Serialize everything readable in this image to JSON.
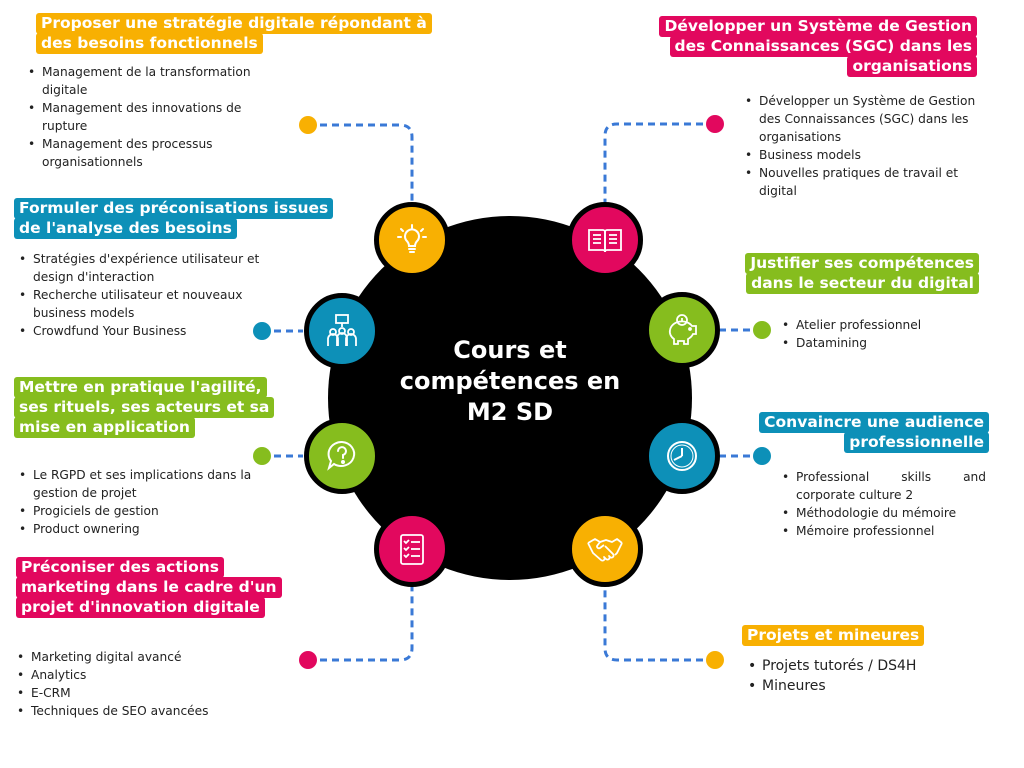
{
  "center": {
    "title": "Cours et compétences en M2 SD"
  },
  "colors": {
    "yellow": "#f8b002",
    "pink": "#e2085e",
    "teal": "#0d90b8",
    "green": "#86bd1e",
    "dashed_line": "#3a79d6"
  },
  "topics": [
    {
      "title": "Proposer une stratégie digitale répondant à des besoins fonctionnels",
      "color": "yellow",
      "icon": "lightbulb-icon",
      "items": [
        "Management de la transformation digitale",
        "Management des innovations de rupture",
        "Management des processus organisationnels"
      ]
    },
    {
      "title": "Formuler des préconisations issues de l'analyse des besoins",
      "color": "teal",
      "icon": "team-presentation-icon",
      "items": [
        "Stratégies d'expérience utilisateur et design d'interaction",
        "Recherche utilisateur et nouveaux business models",
        "Crowdfund Your Business"
      ]
    },
    {
      "title": "Mettre en pratique l'agilité, ses rituels, ses acteurs et sa mise en application",
      "color": "green",
      "icon": "question-bubble-icon",
      "items": [
        "Le RGPD et ses implications dans la gestion de projet",
        "Progiciels de gestion",
        "Product ownering"
      ]
    },
    {
      "title": "Préconiser des actions marketing dans le cadre d'un projet d'innovation digitale",
      "color": "pink",
      "icon": "checklist-icon",
      "items": [
        "Marketing digital avancé",
        "Analytics",
        "E-CRM",
        "Techniques de SEO avancées"
      ]
    },
    {
      "title": "Développer un Système de Gestion des Connaissances (SGC) dans les organisations",
      "color": "pink",
      "icon": "open-book-icon",
      "items": [
        "Développer un Système de Gestion des Connaissances (SGC) dans les organisations",
        "Business models",
        "Nouvelles pratiques de travail et digital"
      ]
    },
    {
      "title": "Justifier ses compétences dans le secteur du digital",
      "color": "green",
      "icon": "piggy-bank-icon",
      "items": [
        "Atelier professionnel",
        "Datamining"
      ]
    },
    {
      "title": "Convaincre une audience professionnelle",
      "color": "teal",
      "icon": "clock-icon",
      "items": [
        "Professional skills and corporate culture 2",
        "Méthodologie du mémoire",
        "Mémoire professionnel"
      ]
    },
    {
      "title": "Projets et mineures",
      "color": "yellow",
      "icon": "handshake-icon",
      "items": [
        "Projets tutorés / DS4H",
        "Mineures"
      ]
    }
  ]
}
